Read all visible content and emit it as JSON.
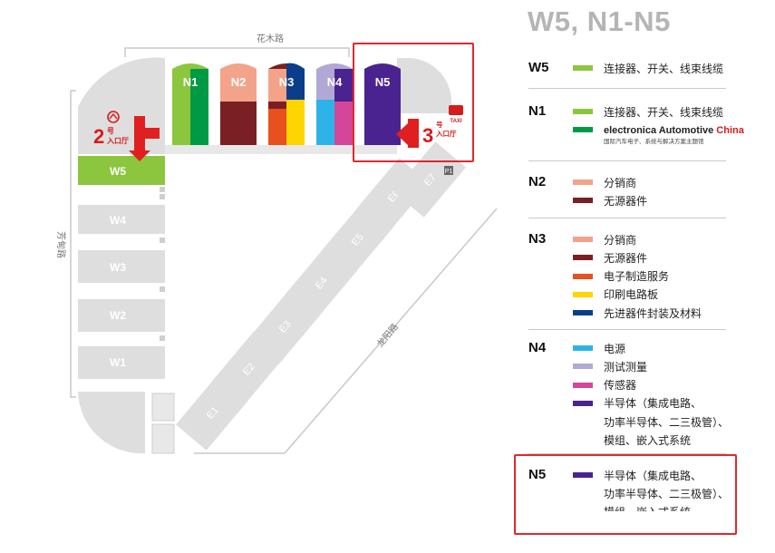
{
  "title": "W5, N1-N5",
  "map": {
    "roads": {
      "north": "花木路",
      "west": "芳甸路",
      "east": "龙阳路"
    },
    "halls_north": [
      {
        "label": "N1",
        "colors": [
          "#8cc63f",
          "#009a44"
        ]
      },
      {
        "label": "N2",
        "colors": [
          "#f2a38a",
          "#7a1f24"
        ]
      },
      {
        "label": "N3",
        "colors": [
          "#f2a38a",
          "#7a1f24",
          "#e8501e",
          "#ffd500",
          "#0b3e8a"
        ]
      },
      {
        "label": "N4",
        "colors": [
          "#2db3e8",
          "#b1a8d6",
          "#d4469a",
          "#4a2390"
        ]
      },
      {
        "label": "N5",
        "colors": [
          "#4a2390"
        ]
      }
    ],
    "halls_west": [
      "W5",
      "W4",
      "W3",
      "W2",
      "W1"
    ],
    "halls_east": [
      "E1",
      "E2",
      "E3",
      "E4",
      "E5",
      "E6",
      "E7"
    ],
    "parking": "P1",
    "entrance_2": {
      "num": "2",
      "hao": "号",
      "label": "入口厅"
    },
    "entrance_3": {
      "num": "3",
      "hao": "号",
      "label": "入口厅",
      "taxi": "TAXI"
    }
  },
  "legend": [
    {
      "hall": "W5",
      "items": [
        {
          "color": "#8cc63f",
          "text": "连接器、开关、线束线缆"
        }
      ]
    },
    {
      "hall": "N1",
      "items": [
        {
          "color": "#8cc63f",
          "text": "连接器、开关、线束线缆"
        },
        {
          "color": "#009a44",
          "text_en": "electronica Automotive ",
          "text_en_red": "China",
          "sub": "国际汽车电子、系统与解决方案主题馆"
        }
      ]
    },
    {
      "hall": "N2",
      "items": [
        {
          "color": "#f2a38a",
          "text": "分销商"
        },
        {
          "color": "#7a1f24",
          "text": "无源器件"
        }
      ]
    },
    {
      "hall": "N3",
      "items": [
        {
          "color": "#f2a38a",
          "text": "分销商"
        },
        {
          "color": "#7a1f24",
          "text": "无源器件"
        },
        {
          "color": "#e8501e",
          "text": "电子制造服务"
        },
        {
          "color": "#ffd500",
          "text": "印刷电路板"
        },
        {
          "color": "#0b3e8a",
          "text": "先进器件封装及材料"
        }
      ]
    },
    {
      "hall": "N4",
      "items": [
        {
          "color": "#2db3e8",
          "text": "电源"
        },
        {
          "color": "#b1a8d6",
          "text": "测试测量"
        },
        {
          "color": "#d4469a",
          "text": "传感器"
        },
        {
          "color": "#4a2390",
          "text": "半导体（集成电路、"
        },
        {
          "color": "",
          "text": "功率半导体、二三极管）、"
        },
        {
          "color": "",
          "text": "模组、嵌入式系统"
        }
      ]
    },
    {
      "hall": "N5",
      "items": [
        {
          "color": "#4a2390",
          "text": "半导体（集成电路、"
        },
        {
          "color": "",
          "text": "功率半导体、二三极管）、"
        },
        {
          "color": "",
          "text": "模组、嵌入式系统"
        }
      ]
    }
  ],
  "colors": {
    "highlight": "#e0282e",
    "hall_gray": "#dedede",
    "accent_green": "#8cc63f",
    "title_gray": "#b5b5b5"
  }
}
